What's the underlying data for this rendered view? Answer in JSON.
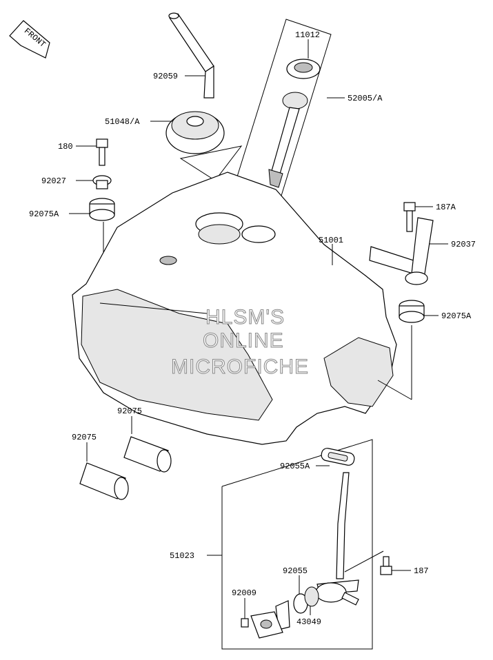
{
  "front_marker": "FRONT",
  "watermark": [
    "HLSM'S",
    "ONLINE",
    "MICROFICHE"
  ],
  "parts": {
    "p11012": "11012",
    "p92059": "92059",
    "p52005A": "52005/A",
    "p51048A": "51048/A",
    "p180": "180",
    "p92027": "92027",
    "p92075A_left": "92075A",
    "p187A": "187A",
    "p51001": "51001",
    "p92037": "92037",
    "p92075A_right": "92075A",
    "p92075_top": "92075",
    "p92075_bottom": "92075",
    "p92055A": "92055A",
    "p51023": "51023",
    "p187": "187",
    "p92055": "92055",
    "p92009": "92009",
    "p43049": "43049"
  }
}
